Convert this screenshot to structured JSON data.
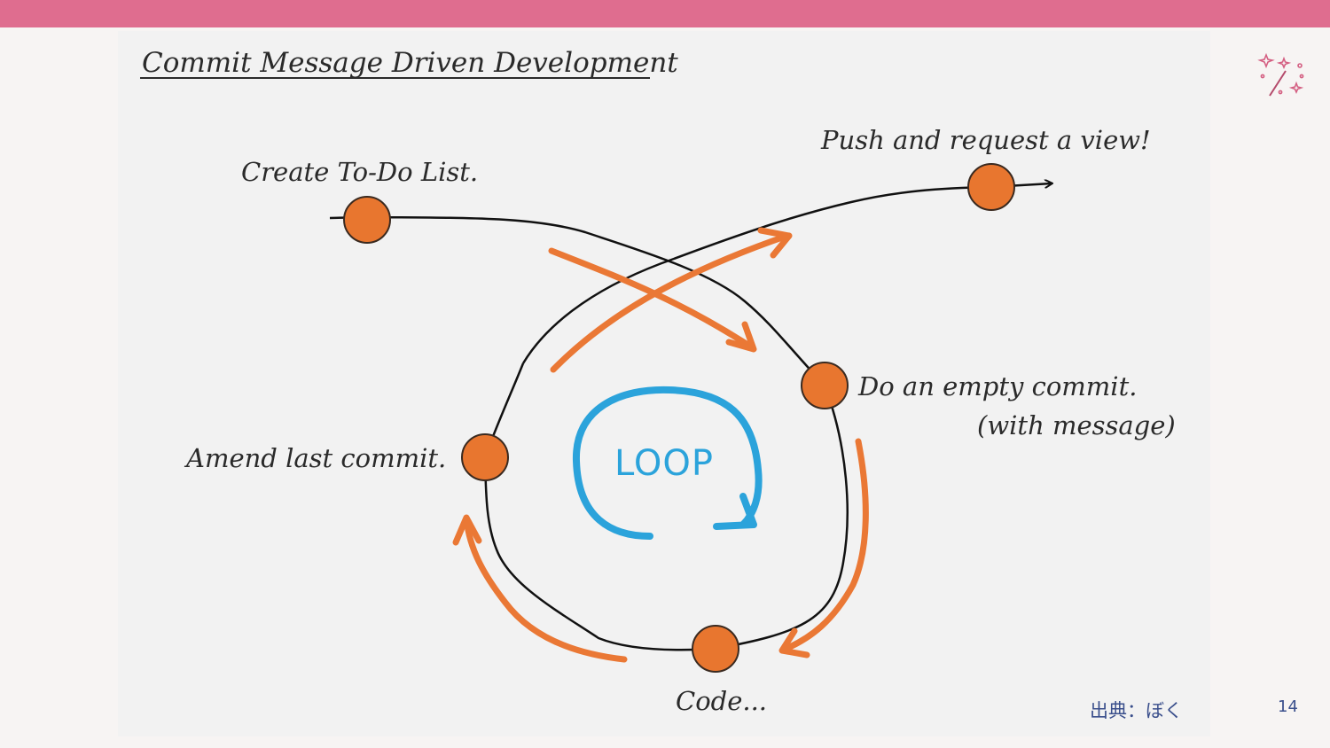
{
  "slide": {
    "title": "Commit Message Driven Development",
    "source": "出典：ぼく",
    "page_number": "14",
    "accent_color": "#df6d8f"
  },
  "diagram": {
    "labels": {
      "create_todo": "Create To-Do List.",
      "push_request": "Push and request a view!",
      "empty_commit": "Do an empty commit.",
      "empty_commit_note": "(with message)",
      "amend": "Amend last commit.",
      "code": "Code...",
      "loop": "LOOP"
    },
    "colors": {
      "node": "#e8762f",
      "arrow": "#ea7835",
      "loop": "#2ba3db",
      "line": "#111111"
    }
  },
  "icons": {
    "corner_icon": "magic-wand-sparkles-icon"
  }
}
